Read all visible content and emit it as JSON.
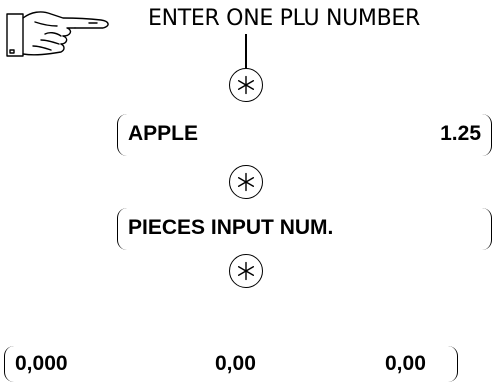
{
  "instruction": "ENTER ONE PLU NUMBER",
  "icons": {
    "pointer": "pointing-hand-icon",
    "key": "asterisk-key-icon"
  },
  "display_1": {
    "label": "APPLE",
    "value": "1.25"
  },
  "display_2": {
    "text": "PIECES INPUT NUM."
  },
  "display_3": {
    "weight": "0,000",
    "unit_price": "0,00",
    "total": "0,00"
  }
}
